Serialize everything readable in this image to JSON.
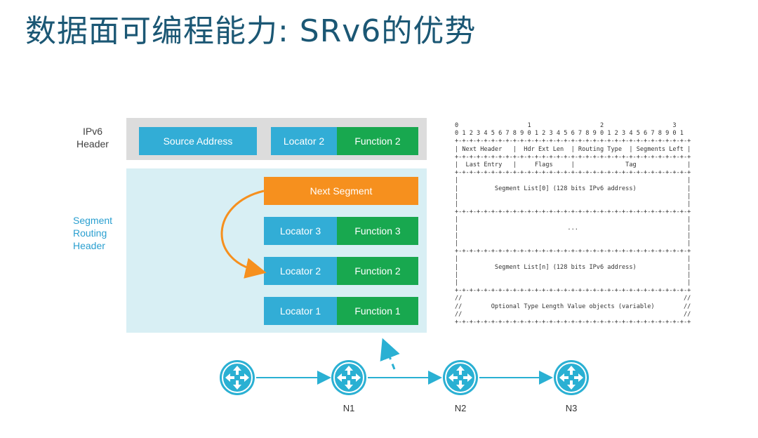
{
  "title": "数据面可编程能力: SRv6的优势",
  "labels": {
    "ipv6_header_line1": "IPv6",
    "ipv6_header_line2": "Header",
    "srh_line1": "Segment",
    "srh_line2": "Routing",
    "srh_line3": "Header"
  },
  "ipv6_header": {
    "source_address": "Source Address",
    "locator": "Locator 2",
    "function": "Function 2"
  },
  "srh": {
    "next_segment": "Next Segment",
    "segments": [
      {
        "locator": "Locator 3",
        "function": "Function 3"
      },
      {
        "locator": "Locator 2",
        "function": "Function 2"
      },
      {
        "locator": "Locator 1",
        "function": "Function 1"
      }
    ]
  },
  "srh_format": {
    "bit_ruler_tens": "0                   1                   2                   3",
    "bit_ruler_units": "0 1 2 3 4 5 6 7 8 9 0 1 2 3 4 5 6 7 8 9 0 1 2 3 4 5 6 7 8 9 0 1",
    "border": "+-+-+-+-+-+-+-+-+-+-+-+-+-+-+-+-+-+-+-+-+-+-+-+-+-+-+-+-+-+-+-+-+",
    "row1": "| Next Header   |  Hdr Ext Len  | Routing Type  | Segments Left |",
    "row2": "|  Last Entry   |     Flags     |              Tag              |",
    "segment_list_0": "Segment List[0] (128 bits IPv6 address)",
    "ellipsis": "...",
    "segment_list_n": "Segment List[n] (128 bits IPv6 address)",
    "tlv": "Optional Type Length Value objects (variable)"
  },
  "nodes": [
    "N1",
    "N2",
    "N3"
  ],
  "colors": {
    "title": "#1b5774",
    "locator": "#32add6",
    "function": "#18a84f",
    "next_segment": "#f6901e",
    "router": "#2ab0d3",
    "ipv6_panel": "#dcdcdc",
    "srh_panel": "#d8eff4"
  }
}
